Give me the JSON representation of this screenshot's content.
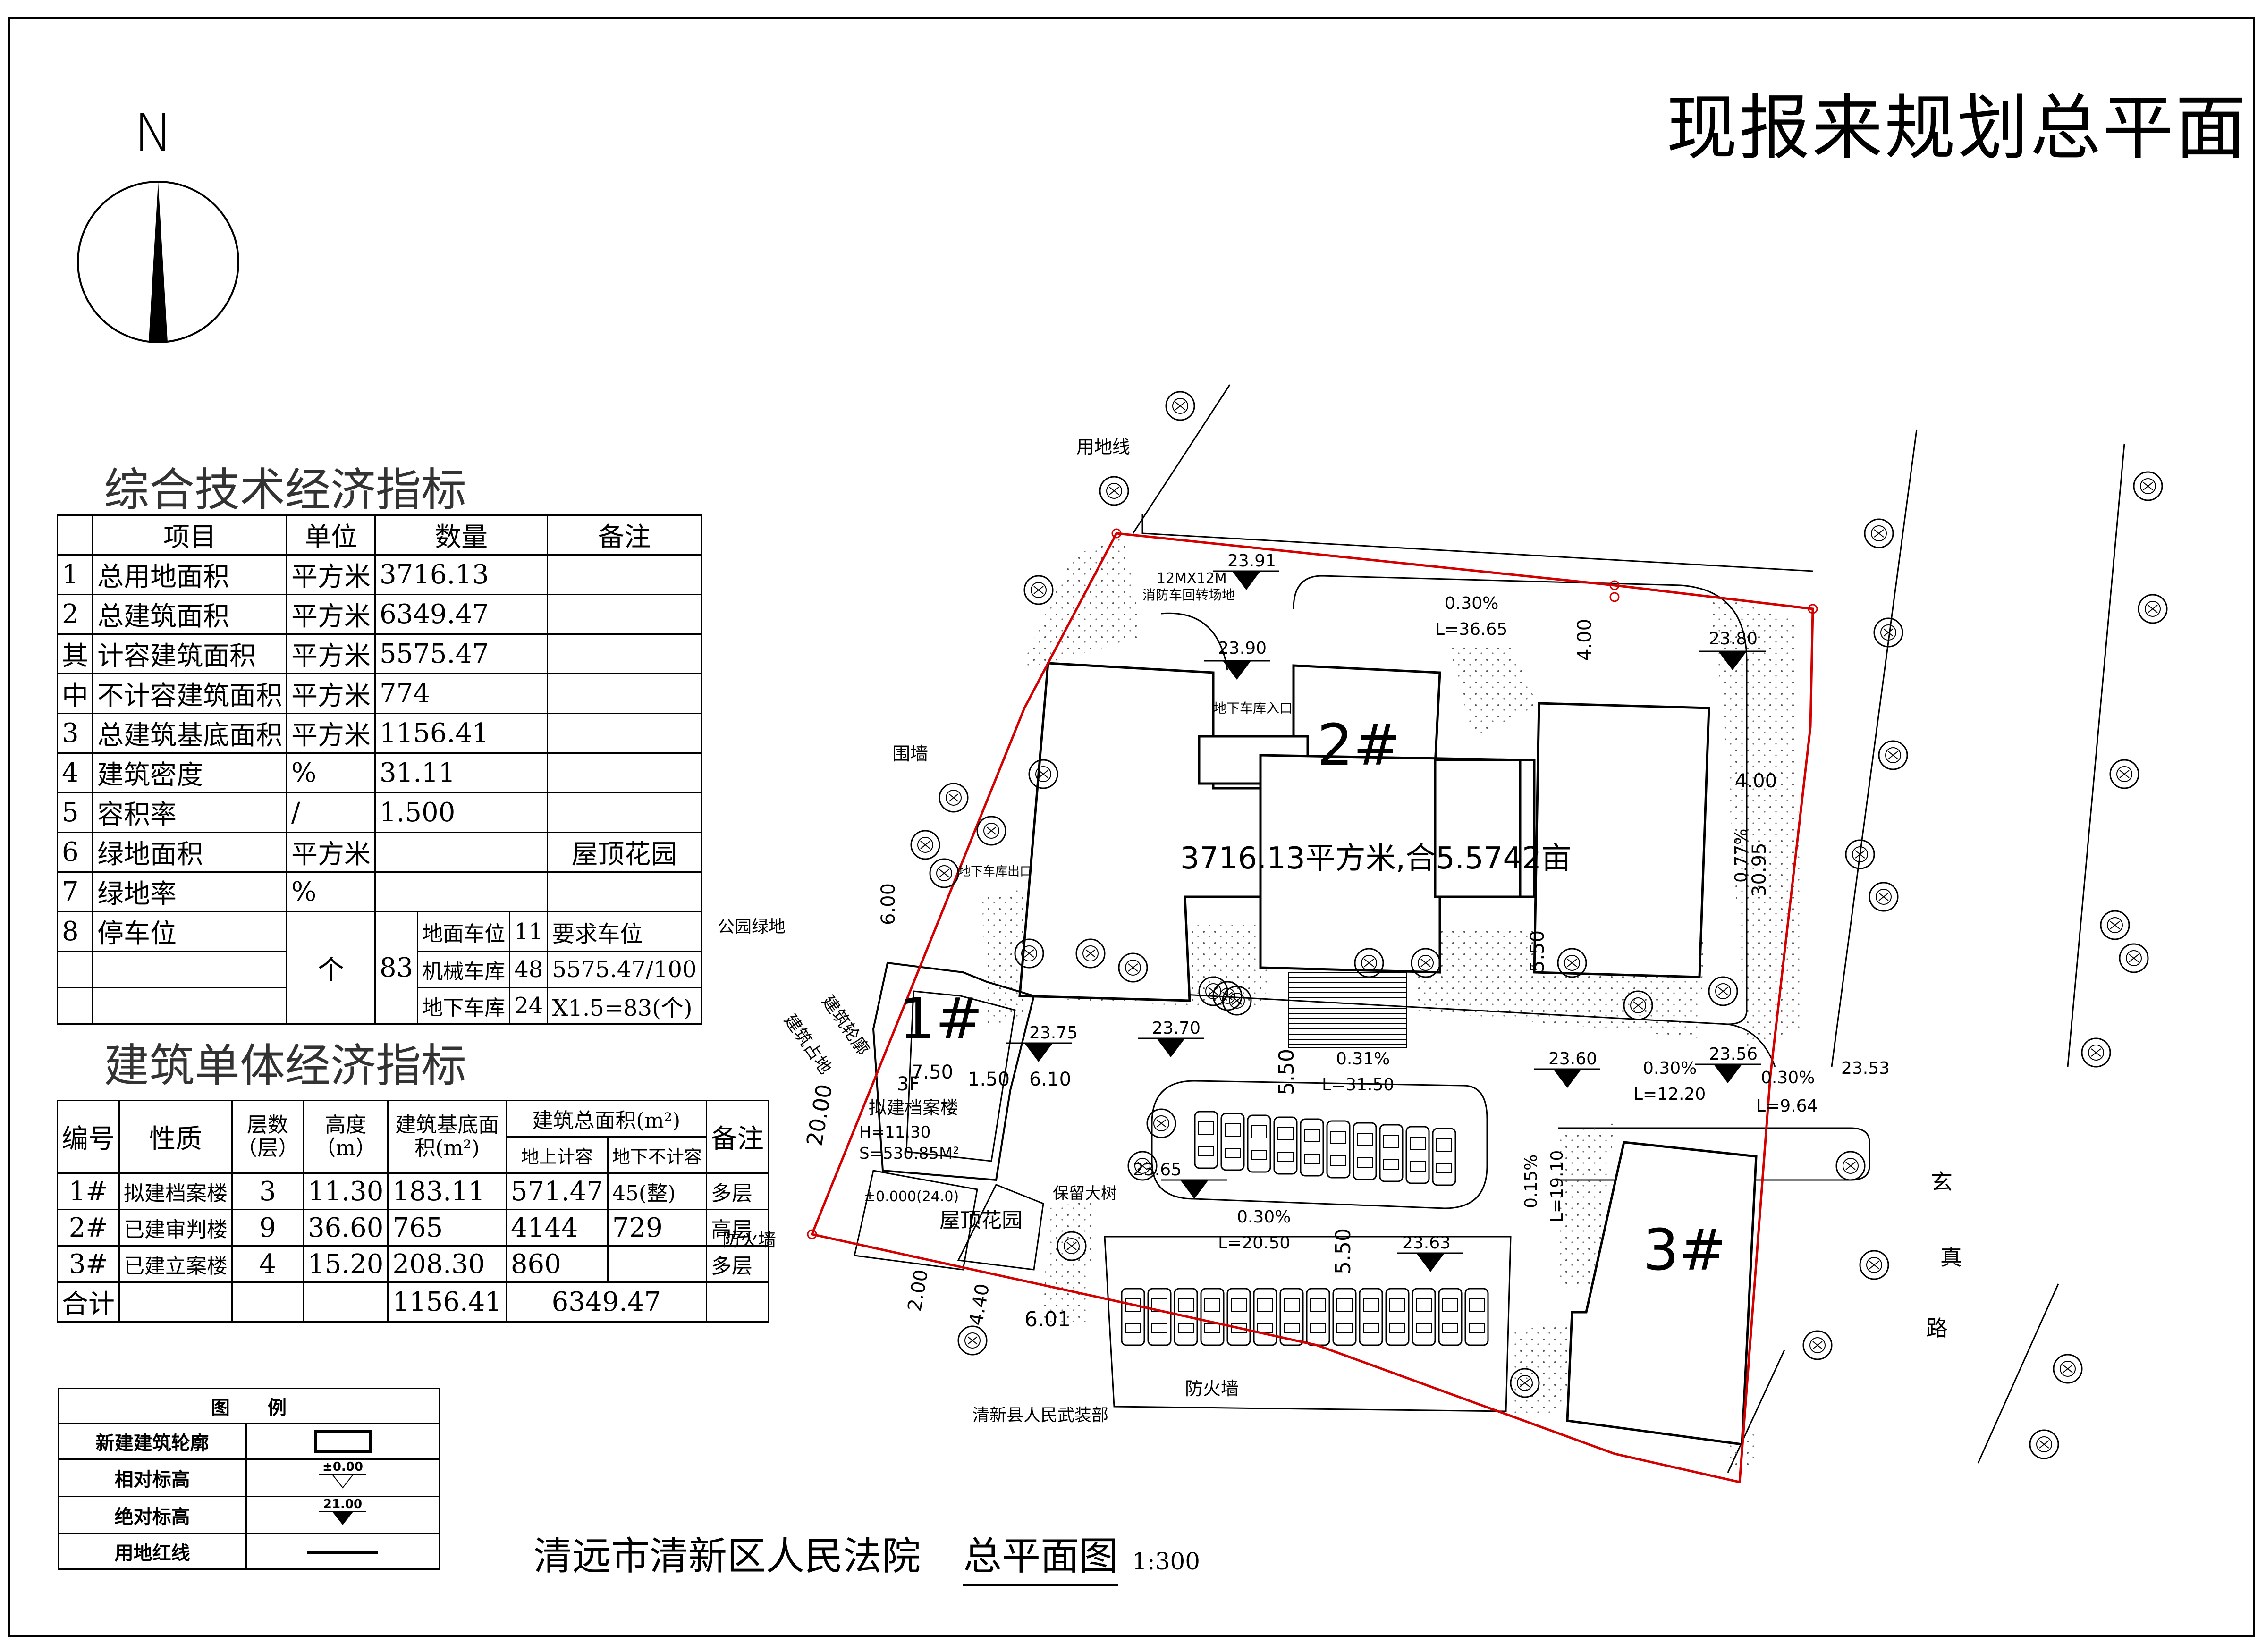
{
  "title": "现报来规划总平面",
  "north": {
    "label": "N"
  },
  "tech": {
    "title": "综合技术经济指标",
    "headers": [
      "项目",
      "单位",
      "数量",
      "备注"
    ],
    "rows": [
      {
        "no": "1",
        "item": "总用地面积",
        "unit": "平方米",
        "value": "3716.13",
        "note": ""
      },
      {
        "no": "2",
        "item": "总建筑面积",
        "unit": "平方米",
        "value": "6349.47",
        "note": ""
      },
      {
        "no": "其",
        "item": "计容建筑面积",
        "unit": "平方米",
        "value": "5575.47",
        "note": ""
      },
      {
        "no": "中",
        "item": "不计容建筑面积",
        "unit": "平方米",
        "value": "774",
        "note": ""
      },
      {
        "no": "3",
        "item": "总建筑基底面积",
        "unit": "平方米",
        "value": "1156.41",
        "note": ""
      },
      {
        "no": "4",
        "item": "建筑密度",
        "unit": "%",
        "value": "31.11",
        "note": ""
      },
      {
        "no": "5",
        "item": "容积率",
        "unit": "/",
        "value": "1.500",
        "note": ""
      },
      {
        "no": "6",
        "item": "绿地面积",
        "unit": "平方米",
        "value": "",
        "note": "屋顶花园"
      },
      {
        "no": "7",
        "item": "绿地率",
        "unit": "%",
        "value": "",
        "note": ""
      }
    ],
    "parking": {
      "no": "8",
      "item": "停车位",
      "unit": "个",
      "total": "83",
      "sub": [
        {
          "label": "地面车位",
          "value": "11"
        },
        {
          "label": "机械车库",
          "value": "48"
        },
        {
          "label": "地下车库",
          "value": "24"
        }
      ],
      "note1": "要求车位",
      "note2": "5575.47/100",
      "note3": "X1.5=83(个)"
    }
  },
  "single": {
    "title": "建筑单体经济指标",
    "headers": {
      "no": "编号",
      "type": "性质",
      "floors": "层数（层）",
      "height": "高度（m）",
      "base": "建筑基底面积(m²)",
      "total": "建筑总面积(m²)",
      "above": "地上计容",
      "below": "地下不计容",
      "note": "备注"
    },
    "rows": [
      {
        "no": "1#",
        "type": "拟建档案楼",
        "floors": "3",
        "height": "11.30",
        "base": "183.11",
        "above": "571.47",
        "below": "45(整)",
        "note": "多层"
      },
      {
        "no": "2#",
        "type": "已建审判楼",
        "floors": "9",
        "height": "36.60",
        "base": "765",
        "above": "4144",
        "below": "729",
        "note": "高层"
      },
      {
        "no": "3#",
        "type": "已建立案楼",
        "floors": "4",
        "height": "15.20",
        "base": "208.30",
        "above": "860",
        "below": "",
        "note": "多层"
      }
    ],
    "total": {
      "label": "合计",
      "base": "1156.41",
      "area": "6349.47"
    }
  },
  "legend": {
    "title": "图　　例",
    "rows": [
      "新建建筑轮廓",
      "相对标高",
      "绝对标高",
      "用地红线"
    ],
    "rel_value": "±0.00",
    "abs_value": "21.00"
  },
  "plan": {
    "center_label": "3716.13平方米,合5.5742亩",
    "buildings": [
      "1#",
      "2#",
      "3#"
    ],
    "road": [
      "玄",
      "真",
      "路"
    ],
    "labels": {
      "land_line": "用地线",
      "fire_turn": "12MX12M",
      "fire_turn2": "消防车回转场地",
      "wall": "围墙",
      "park": "公园绿地",
      "outline": "建筑轮廓",
      "footprint": "建筑占地",
      "firewall1": "防火墙",
      "firewall2": "防火墙",
      "neighbor": "清新县人民武装部",
      "ug_entry": "地下车库入口",
      "ug_exit": "地下车库出口",
      "tree": "保留大树",
      "roof": "屋顶花园",
      "b1_floors": "3F",
      "b1_name": "拟建档案楼",
      "b1_h": "H=11.30",
      "b1_s": "S=530.85M²",
      "b1_zero": "±0.000(24.0)"
    },
    "elevations": [
      "23.91",
      "23.90",
      "23.80",
      "23.75",
      "23.70",
      "23.60",
      "23.56",
      "23.53",
      "23.65",
      "23.63"
    ],
    "dims": [
      "6.00",
      "7.50",
      "1.50",
      "6.10",
      "20.00",
      "2.00",
      "4.40",
      "6.01",
      "5.50",
      "5.50",
      "4.00",
      "4.00",
      "30.95",
      "5.50"
    ],
    "slopes": [
      "0.30%",
      "L=36.65",
      "0.77%",
      "0.31%",
      "L=31.50",
      "0.30%",
      "L=12.20",
      "0.30%",
      "L=9.64",
      "0.30%",
      "L=20.50",
      "0.15%",
      "L=19.10"
    ]
  },
  "bottom": {
    "title1": "清远市清新区人民法院",
    "title2": "总平面图",
    "scale": "1:300"
  }
}
